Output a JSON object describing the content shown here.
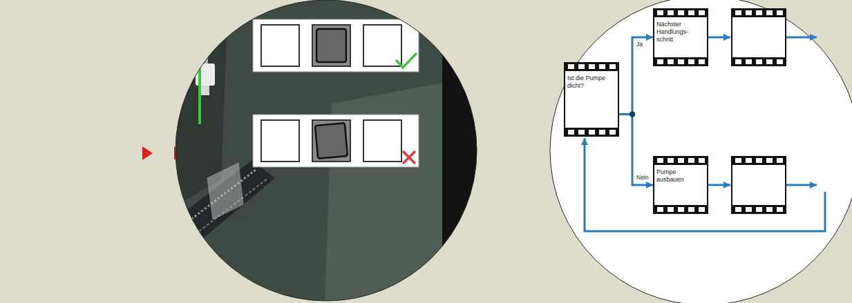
{
  "diagram": {
    "nodes": [
      {
        "text": [
          "Ist die Pumpe dicht?"
        ]
      },
      {
        "text": [
          "Nächster Handlungs- schritt"
        ]
      },
      {
        "text": [
          "Pumpe ausbauen"
        ]
      }
    ],
    "edges": [
      {
        "from": 0,
        "to": 1,
        "arrow": "to",
        "label": "Ja"
      },
      {
        "from": 0,
        "to": 2,
        "arrow": "to",
        "label": "Nein"
      }
    ]
  }
}
